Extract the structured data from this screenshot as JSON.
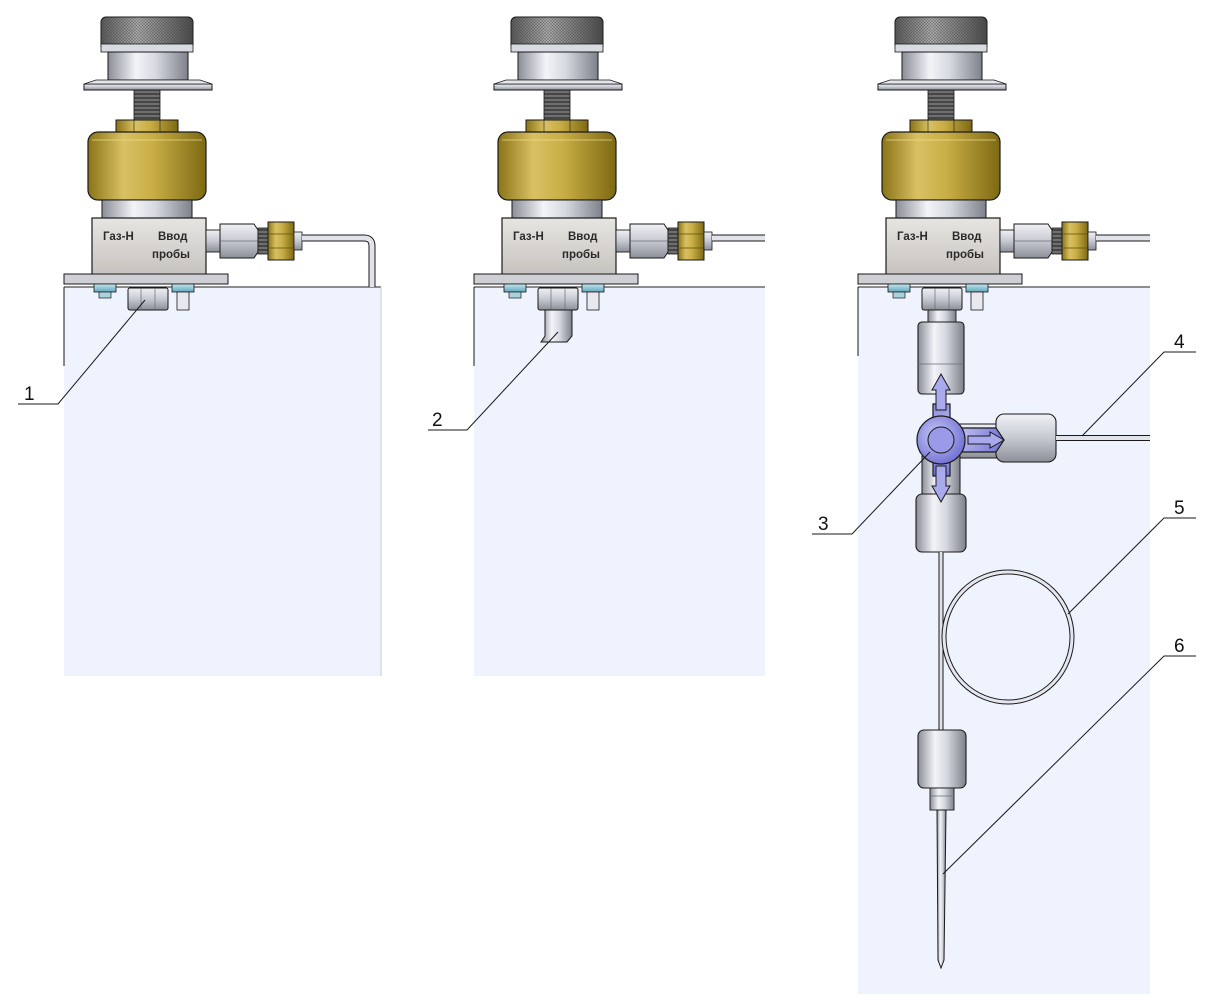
{
  "block_label_gas": "Газ-Н",
  "block_label_inlet_line1": "Ввод",
  "block_label_inlet_line2": "пробы",
  "callouts": [
    "1",
    "2",
    "3",
    "4",
    "5",
    "6"
  ],
  "colors": {
    "panel": "#eef3fe",
    "brass": "#c2a73c",
    "block": "#d8d6d3",
    "valve": "#8e8ee2",
    "outline": "#1a1a1a"
  }
}
